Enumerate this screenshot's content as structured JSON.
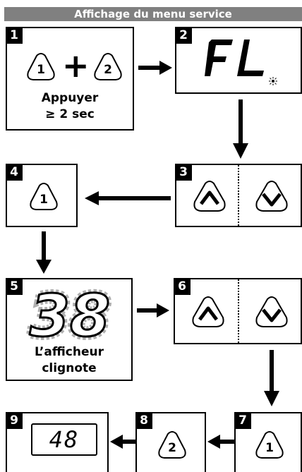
{
  "header": {
    "title": "Affichage du menu service"
  },
  "steps": {
    "s1": {
      "number": "1",
      "button_a": "1",
      "plus": "+",
      "button_b": "2",
      "caption_line1": "Appuyer",
      "caption_line2": "≥ 2 sec"
    },
    "s2": {
      "number": "2",
      "display": "FL"
    },
    "s3": {
      "number": "3"
    },
    "s4": {
      "number": "4",
      "button": "1"
    },
    "s5": {
      "number": "5",
      "display": "38",
      "caption_line1": "L’afficheur",
      "caption_line2": "clignote"
    },
    "s6": {
      "number": "6"
    },
    "s7": {
      "number": "7",
      "button": "1"
    },
    "s8": {
      "number": "8",
      "button": "2"
    },
    "s9": {
      "number": "9",
      "display": "48"
    }
  },
  "icons": {
    "button_shape": "rounded-triangle-button",
    "up": "chevron-up-icon",
    "down": "chevron-down-icon",
    "blink": "sun-icon"
  }
}
